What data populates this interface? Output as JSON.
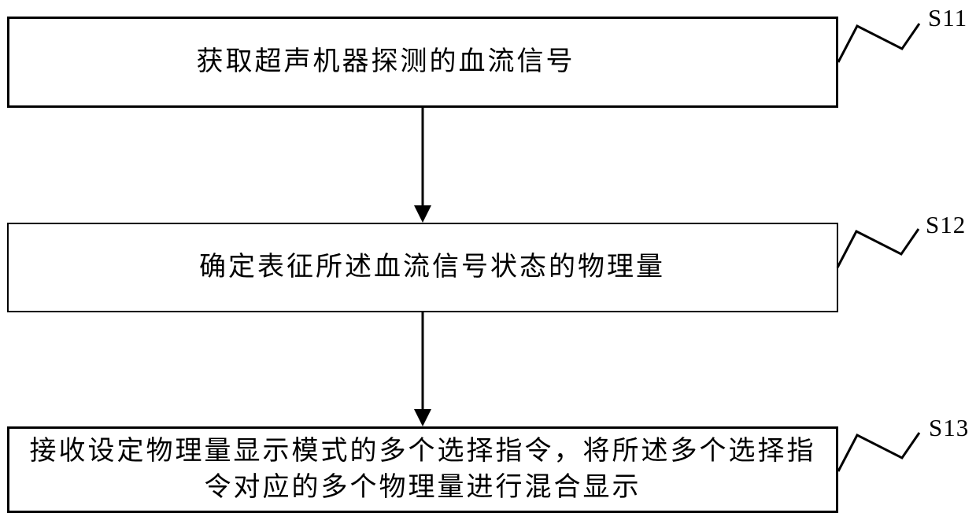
{
  "figure": {
    "type": "flowchart",
    "background_color": "#ffffff",
    "stroke_color": "#000000"
  },
  "steps": [
    {
      "id": "S11",
      "text": "获取超声机器探测的血流信号",
      "lines": [
        "获取超声机器探测的血流信号"
      ]
    },
    {
      "id": "S12",
      "text": "确定表征所述血流信号状态的物理量",
      "lines": [
        "确定表征所述血流信号状态的物理量"
      ]
    },
    {
      "id": "S13",
      "text": "接收设定物理量显示模式的多个选择指令，将所述多个选择指令对应的多个物理量进行混合显示",
      "lines": [
        "接收设定物理量显示模式的多个选择指令，将所述多个选择指",
        "令对应的多个物理量进行混合显示"
      ]
    }
  ]
}
